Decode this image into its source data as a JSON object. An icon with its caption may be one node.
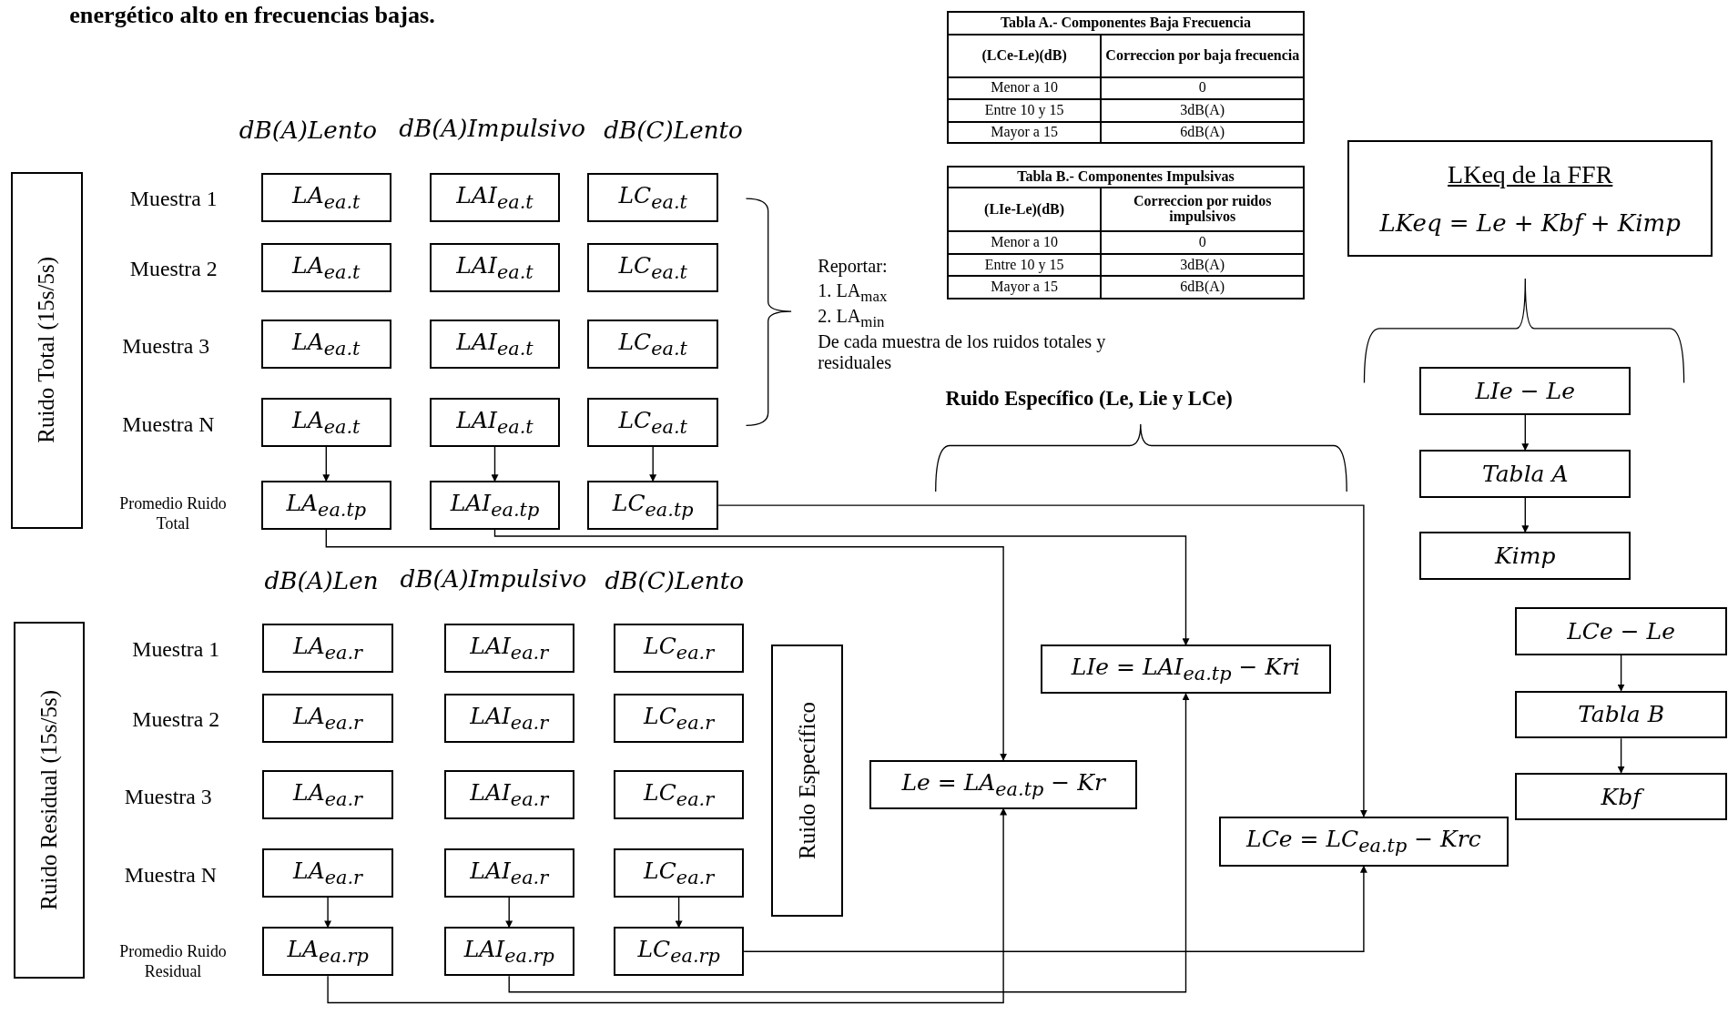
{
  "diagram": {
    "nodes": [
      {
        "text": [
          "Ruido Total (15s/5s)"
        ]
      },
      {
        "text": [
          "LA$_{ea.t}$"
        ]
      },
      {
        "text": [
          "LAI$_{ea.t}$"
        ]
      },
      {
        "text": [
          "LC$_{ea.t}$"
        ]
      },
      {
        "text": [
          "LA$_{ea.t}$"
        ]
      },
      {
        "text": [
          "LAI$_{ea.t}$"
        ]
      },
      {
        "text": [
          "LC$_{ea.t}$"
        ]
      },
      {
        "text": [
          "LA$_{ea.t}$"
        ]
      },
      {
        "text": [
          "LAI$_{ea.t}$"
        ]
      },
      {
        "text": [
          "LC$_{ea.t}$"
        ]
      },
      {
        "text": [
          "LA$_{ea.t}$"
        ]
      },
      {
        "text": [
          "LAI$_{ea.t}$"
        ]
      },
      {
        "text": [
          "LC$_{ea.t}$"
        ]
      },
      {
        "text": [
          "LA$_{ea.tp}$"
        ]
      },
      {
        "text": [
          "LAI$_{ea.tp}$"
        ]
      },
      {
        "text": [
          "LC$_{ea.tp}$"
        ]
      },
      {
        "text": [
          "Ruido Residual (15s/5s)"
        ]
      },
      {
        "text": [
          "LA$_{ea.r}$"
        ]
      },
      {
        "text": [
          "LAI$_{ea.r}$"
        ]
      },
      {
        "text": [
          "LC$_{ea.r}$"
        ]
      },
      {
        "text": [
          "LA$_{ea.r}$"
        ]
      },
      {
        "text": [
          "LAI$_{ea.r}$"
        ]
      },
      {
        "text": [
          "LC$_{ea.r}$"
        ]
      },
      {
        "text": [
          "LA$_{ea.r}$"
        ]
      },
      {
        "text": [
          "LAI$_{ea.r}$"
        ]
      },
      {
        "text": [
          "LC$_{ea.r}$"
        ]
      },
      {
        "text": [
          "LA$_{ea.r}$"
        ]
      },
      {
        "text": [
          "LAI$_{ea.r}$"
        ]
      },
      {
        "text": [
          "LC$_{ea.r}$"
        ]
      },
      {
        "text": [
          "LA$_{ea.rp}$"
        ]
      },
      {
        "text": [
          "LAI$_{ea.rp}$"
        ]
      },
      {
        "text": [
          "LC$_{ea.rp}$"
        ]
      },
      {
        "text": [
          "Ruido Específico"
        ]
      },
      {
        "text": [
          "Le = LA$_{ea.tp}$ − Kr"
        ]
      },
      {
        "text": [
          "LIe = LAI$_{ea.tp}$ − Kri"
        ]
      },
      {
        "text": [
          "LCe = LC$_{ea.tp}$ − Krc"
        ]
      },
      {
        "text": [
          "LKeq de la FFR",
          "LKeq = Le + Kbf + Kimp"
        ]
      },
      {
        "text": [
          "LIe − Le"
        ]
      },
      {
        "text": [
          "Tabla A"
        ]
      },
      {
        "text": [
          "Kimp"
        ]
      },
      {
        "text": [
          "LCe − Le"
        ]
      },
      {
        "text": [
          "Tabla B"
        ]
      },
      {
        "text": [
          "Kbf"
        ]
      }
    ],
    "edges": [
      {
        "from": 10,
        "to": 13,
        "arrow": "to"
      },
      {
        "from": 11,
        "to": 14,
        "arrow": "to"
      },
      {
        "from": 12,
        "to": 15,
        "arrow": "to"
      },
      {
        "from": 26,
        "to": 29,
        "arrow": "to"
      },
      {
        "from": 27,
        "to": 30,
        "arrow": "to"
      },
      {
        "from": 28,
        "to": 31,
        "arrow": "to"
      },
      {
        "from": 13,
        "to": 33,
        "arrow": "to"
      },
      {
        "from": 14,
        "to": 34,
        "arrow": "to"
      },
      {
        "from": 15,
        "to": 35,
        "arrow": "to"
      },
      {
        "from": 29,
        "to": 33,
        "arrow": "to"
      },
      {
        "from": 30,
        "to": 34,
        "arrow": "to"
      },
      {
        "from": 31,
        "to": 35,
        "arrow": "to"
      },
      {
        "from": 37,
        "to": 38,
        "arrow": "to"
      },
      {
        "from": 38,
        "to": 39,
        "arrow": "to"
      },
      {
        "from": 40,
        "to": 41,
        "arrow": "to"
      },
      {
        "from": 41,
        "to": 42,
        "arrow": "to"
      }
    ],
    "labels": [
      "energético alto en frecuencias bajas.",
      "dB(A)Lento",
      "dB(A)Impulsivo",
      "dB(C)Lento",
      "Muestra 1",
      "Muestra 2",
      "Muestra 3",
      "Muestra N",
      "Promedio Ruido Total",
      "Reportar:",
      "1. LA$_{max}$",
      "2. LA$_{min}$",
      "De cada muestra de los ruidos totales y residuales",
      "Tabla A.- Componentes Baja Frecuencia",
      "(LCe-Le)(dB)",
      "Correccion por baja frecuencia",
      "Menor a 10",
      "0",
      "Entre 10 y 15",
      "3dB(A)",
      "Mayor a 15",
      "6dB(A)",
      "Tabla B.- Componentes Impulsivas",
      "(LIe-Le)(dB)",
      "Correccion por ruidos impulsivos",
      "Menor a 10",
      "0",
      "Entre 10 y 15",
      "3dB(A)",
      "Mayor a 15",
      "6dB(A)",
      "Ruido Específico (Le, Lie y LCe)",
      "dB(A)Len",
      "dB(A)Impulsivo",
      "dB(C)Lento",
      "Muestra 1",
      "Muestra 2",
      "Muestra 3",
      "Muestra N",
      "Promedio Ruido Residual"
    ]
  }
}
